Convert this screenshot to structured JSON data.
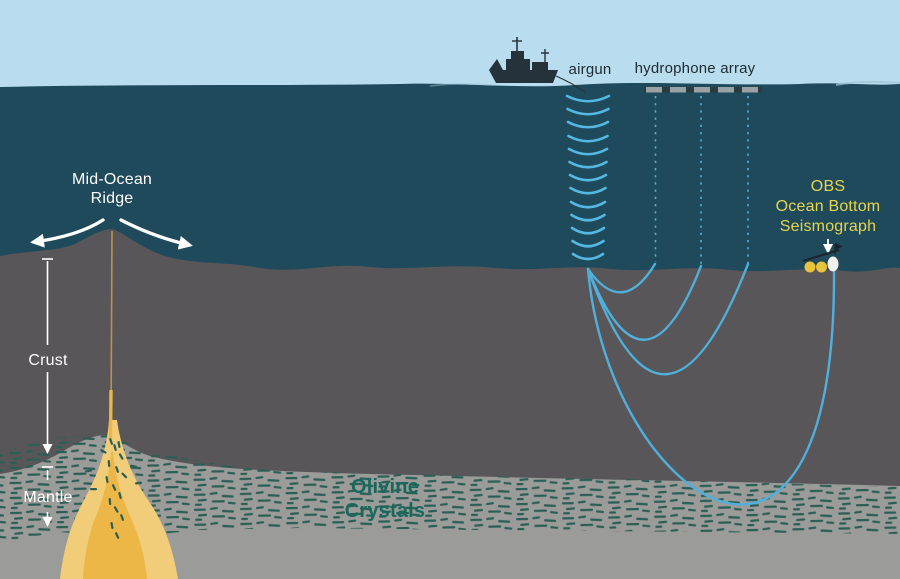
{
  "figure": "Seismic survey of a mid-ocean ridge: ship-towed airgun and hydrophone array record sound waves travelling through crust and mantle to an ocean bottom seismograph",
  "labels": {
    "airgun": "airgun",
    "hydrophone_array": "hydrophone array",
    "ridge": {
      "line1": "Mid-Ocean",
      "line2": "Ridge"
    },
    "crust": "Crust",
    "mantle": "Mantle",
    "olivine": {
      "line1": "Olivine",
      "line2": "Crystals"
    },
    "obs": {
      "line1": "OBS",
      "line2": "Ocean Bottom",
      "line3": "Seismograph"
    }
  },
  "icons": {
    "ship": "research-vessel-silhouette",
    "airgun_waves": "sound-wave-arcs",
    "hydrophone_streamer": "dashed-towed-cable",
    "obs_device": "seismograph-with-yellow-floats",
    "spreading_arrows": "ridge-spreading-direction-arrows",
    "magma_plume": "upwelling-magma-flame"
  },
  "colors": {
    "sky": "#b9ddee",
    "ocean": "#1e4a5b",
    "crust": "#585659",
    "mantle": "#9b9b99",
    "magma_outer": "#f1cc79",
    "magma_inner": "#edb748",
    "conduit": "#c9984e",
    "ray_blue": "#4fb0dc",
    "wave_blue": "#55b8e2",
    "dotted_blue": "#58b0d4",
    "olivine": "#2b5f55",
    "olivine_text": "#17695c",
    "obs_text": "#e7d44c",
    "label_dark": "#1c2b33",
    "label_white": "#ffffff",
    "ship": "#25323b",
    "streamer_gray": "#98a2a4",
    "streamer_dark": "#2a3b42",
    "float_yellow": "#e8c43c",
    "buoy_white": "#f1f1ec"
  }
}
